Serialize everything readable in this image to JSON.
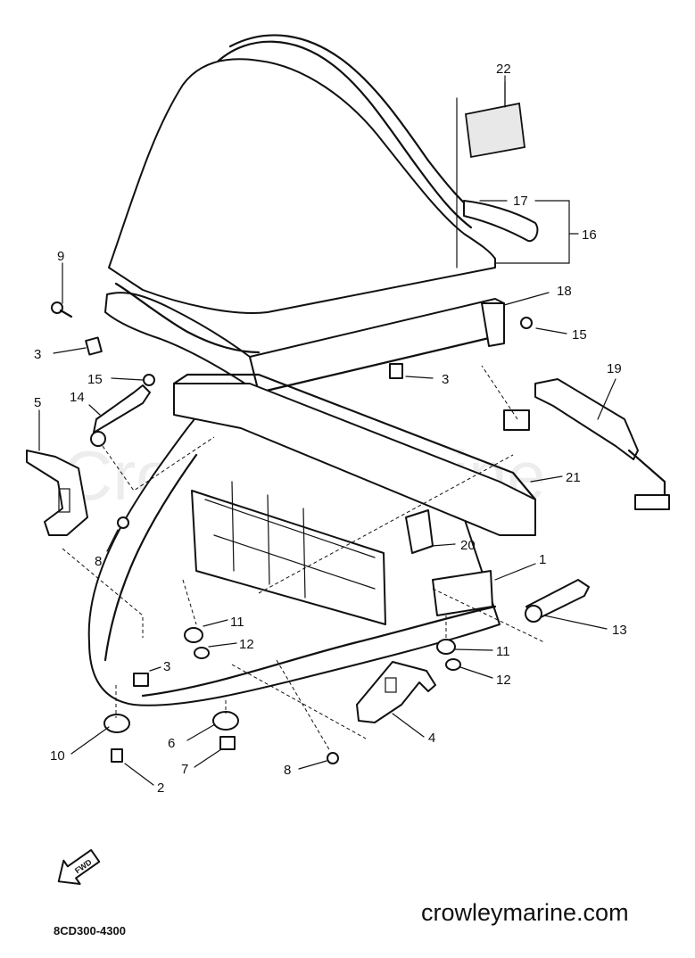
{
  "watermark": "Crowley Marine",
  "site": "crowleymarine.com",
  "diagram_code": "8CD300-4300",
  "fwd_label": "FWD",
  "callouts": [
    "22",
    "17",
    "16",
    "9",
    "18",
    "3",
    "15",
    "3",
    "15",
    "14",
    "19",
    "5",
    "21",
    "8",
    "20",
    "1",
    "11",
    "12",
    "11",
    "3",
    "13",
    "12",
    "10",
    "6",
    "4",
    "7",
    "8",
    "2"
  ]
}
